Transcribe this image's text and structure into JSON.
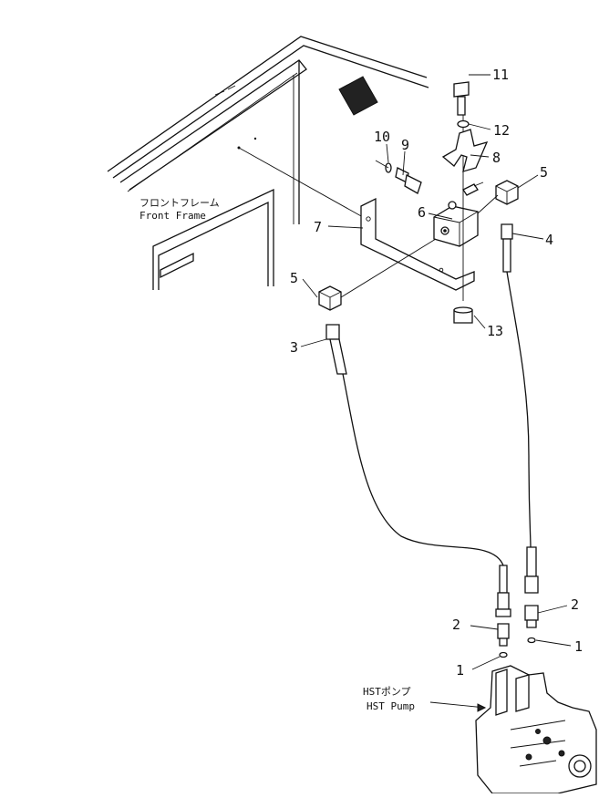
{
  "labels": {
    "front_frame_jp": "フロントフレーム",
    "front_frame_en": "Front Frame",
    "hst_pump_jp": "HSTポンプ",
    "hst_pump_en": "HST Pump"
  },
  "callouts": {
    "c1a": "1",
    "c1b": "1",
    "c2a": "2",
    "c2b": "2",
    "c3": "3",
    "c4": "4",
    "c5a": "5",
    "c5b": "5",
    "c6": "6",
    "c7": "7",
    "c8": "8",
    "c9": "9",
    "c10": "10",
    "c11": "11",
    "c12": "12",
    "c13": "13"
  }
}
